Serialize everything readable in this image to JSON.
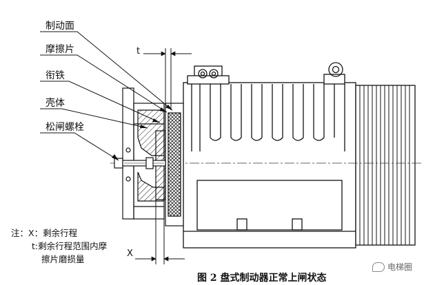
{
  "labels": {
    "brake_face": "制动面",
    "friction_plate": "摩擦片",
    "armature": "衔铁",
    "housing": "壳体",
    "release_bolt": "松闸螺栓"
  },
  "dimensions": {
    "t": "t",
    "x": "X"
  },
  "notes": {
    "line1": "注：X：剩余行程",
    "line2": "t:剩余行程范围内摩",
    "line3": "擦片磨损量"
  },
  "caption": "图 2 盘式制动器正常上闸状态",
  "watermark": "电梯圈"
}
